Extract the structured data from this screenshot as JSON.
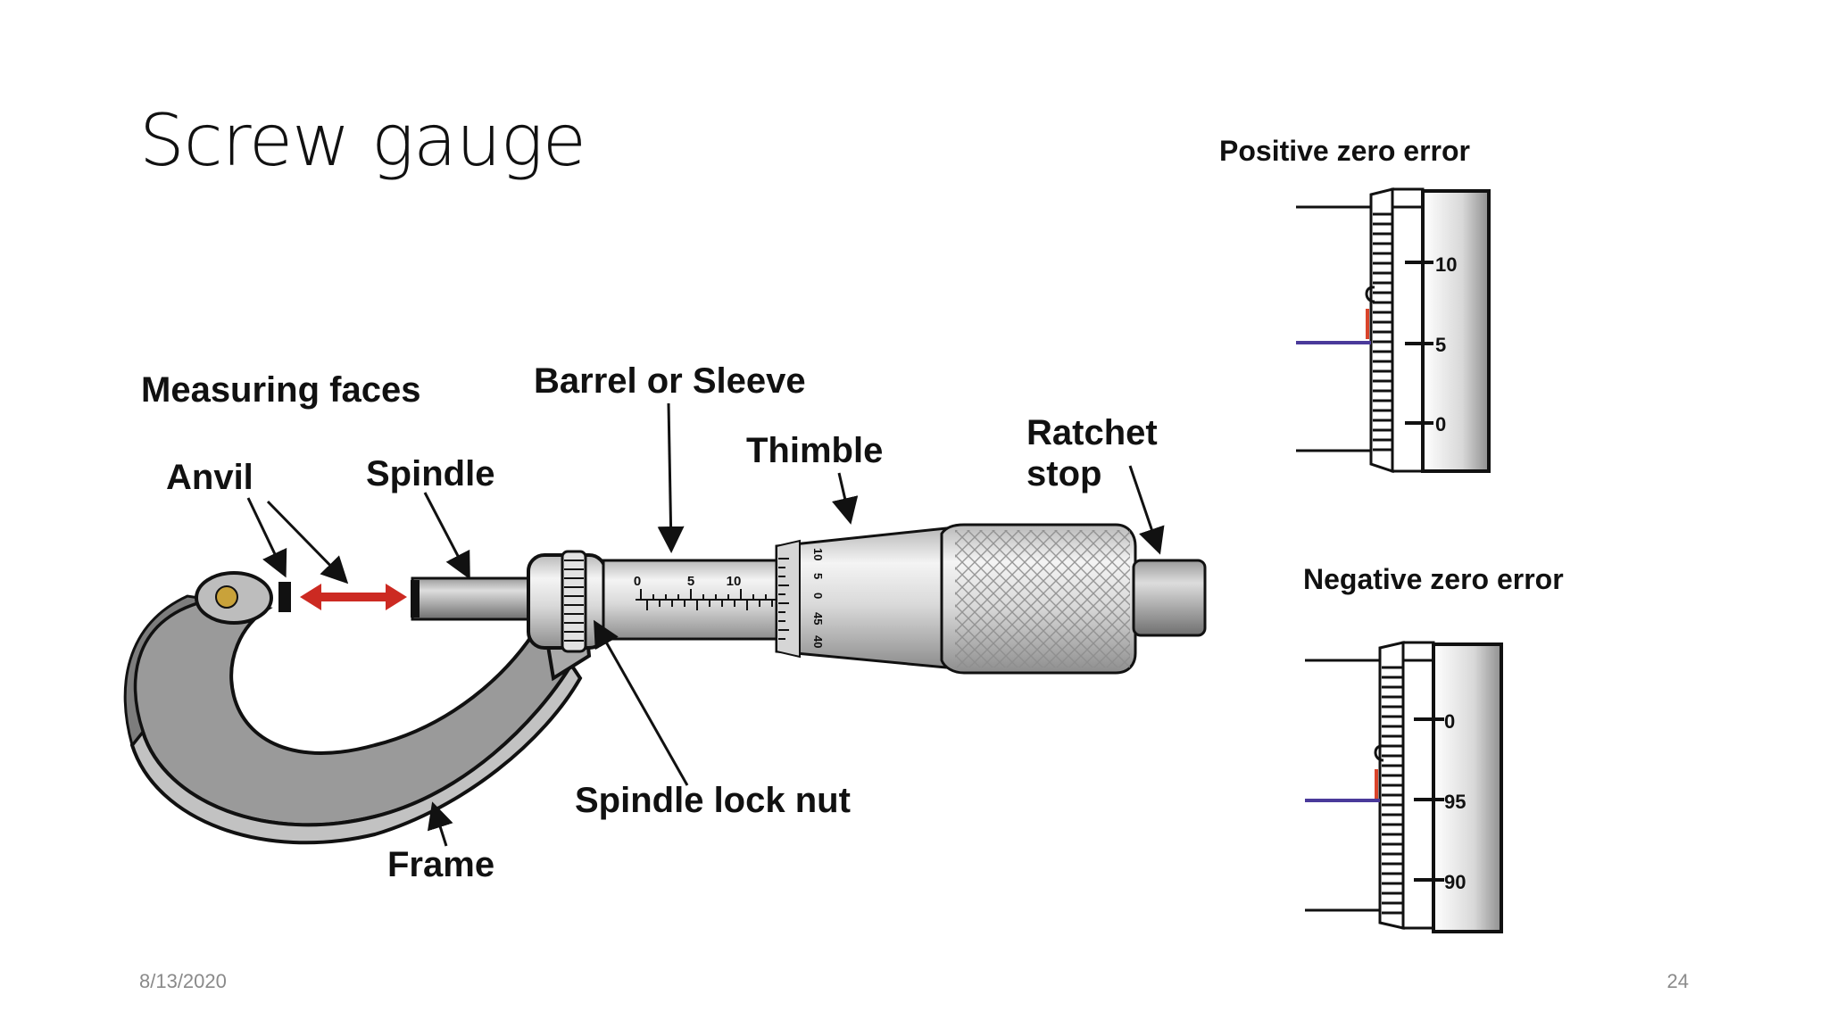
{
  "slide": {
    "title": "Screw gauge",
    "date": "8/13/2020",
    "page_number": "24"
  },
  "micrometer": {
    "labels": {
      "measuring_faces": "Measuring faces",
      "anvil": "Anvil",
      "spindle": "Spindle",
      "barrel": "Barrel or Sleeve",
      "thimble": "Thimble",
      "ratchet_line1": "Ratchet",
      "ratchet_line2": "stop",
      "lock_nut": "Spindle lock nut",
      "frame": "Frame"
    },
    "sleeve_scale": [
      "0",
      "5",
      "10"
    ],
    "thimble_scale": [
      "10",
      "5",
      "0",
      "45",
      "40"
    ]
  },
  "positive_zero_error": {
    "title": "Positive zero error",
    "scale": [
      "10",
      "5",
      "0"
    ]
  },
  "negative_zero_error": {
    "title": "Negative zero error",
    "scale": [
      "0",
      "95",
      "90"
    ]
  },
  "colors": {
    "arrow_red": "#cc2a22",
    "reference_line_blue": "#4a3a9a",
    "zero_mark_red": "#d9442b"
  }
}
